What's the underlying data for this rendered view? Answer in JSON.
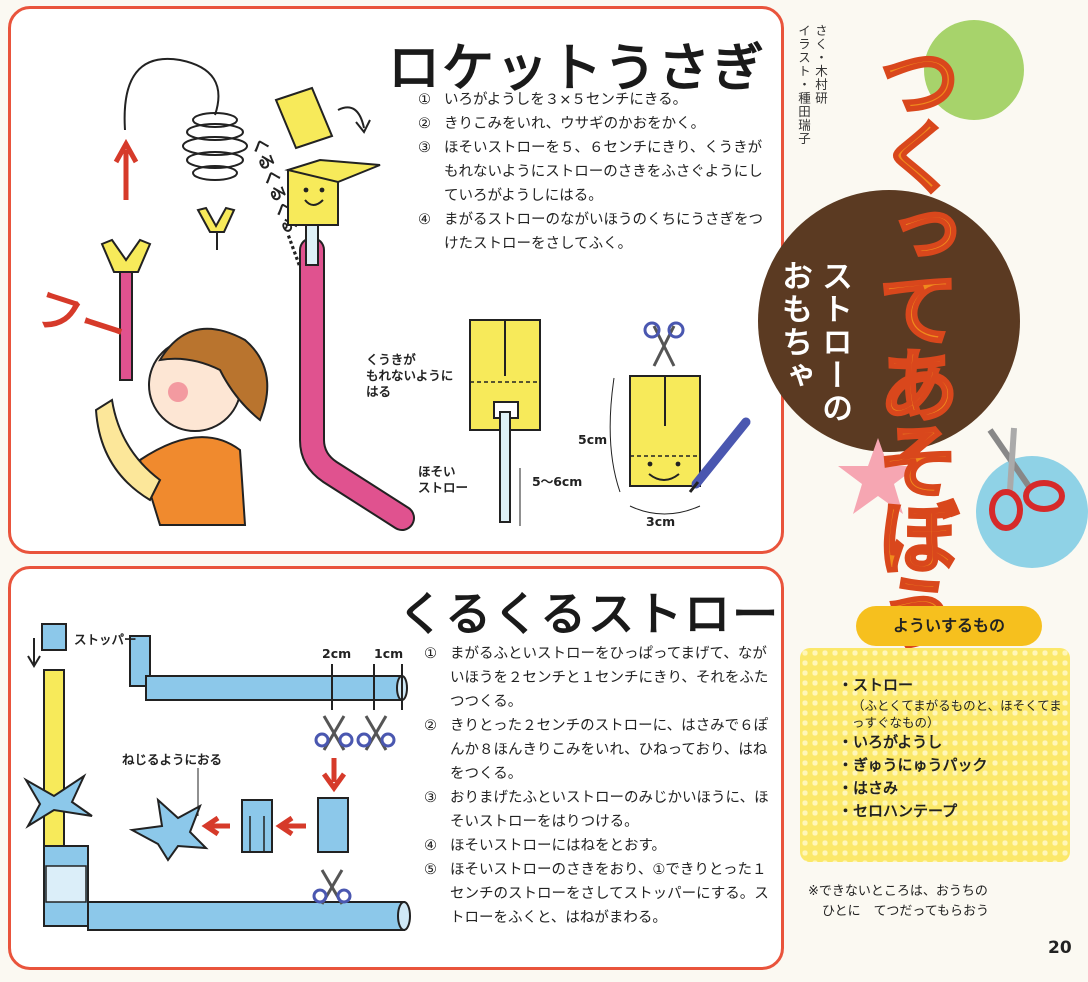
{
  "top": {
    "title": "ロケットうさぎ",
    "steps": [
      {
        "num": "①",
        "text": "いろがようしを３×５センチにきる。"
      },
      {
        "num": "②",
        "text": "きりこみをいれ、ウサギのかおをかく。"
      },
      {
        "num": "③",
        "text": "ほそいストローを５、６センチにきり、くうきがもれないようにストローのさきをふさぐようにしていろがようしにはる。"
      },
      {
        "num": "④",
        "text": "まがるストローのながいほうのくちにうさぎをつけたストローをさしてふく。"
      }
    ],
    "labels": {
      "kurukuru": "くるくるくる……",
      "fu": "フー",
      "kuuki_1": "くうきが",
      "kuuki_2": "もれないように",
      "kuuki_3": "はる",
      "hosoi_1": "ほそい",
      "hosoi_2": "ストロー",
      "len_5_6": "5〜6cm",
      "len_5": "5cm",
      "len_3": "3cm"
    }
  },
  "credits": {
    "author": "さく・木村研",
    "illustrator": "イラスト・種田瑞子"
  },
  "header": {
    "main_title": "つくってあそぼう！",
    "sub_title_1": "ストロー",
    "sub_title_2": "おもちゃ"
  },
  "bottom": {
    "title": "くるくるストロー",
    "steps": [
      {
        "num": "①",
        "text": "まがるふといストローをひっぱってまげて、ながいほうを２センチと１センチにきり、それをふたつつくる。"
      },
      {
        "num": "②",
        "text": "きりとった２センチのストローに、はさみで６ぽんか８ほんきりこみをいれ、ひねっており、はねをつくる。"
      },
      {
        "num": "③",
        "text": "おりまげたふといストローのみじかいほうに、ほそいストローをはりつける。"
      },
      {
        "num": "④",
        "text": "ほそいストローにはねをとおす。"
      },
      {
        "num": "⑤",
        "text": "ほそいストローのさきをおり、①できりとった１センチのストローをさしてストッパーにする。ストローをふくと、はねがまわる。"
      }
    ],
    "labels": {
      "stopper": "ストッパー",
      "len_2": "2cm",
      "len_1": "1cm",
      "nejiru": "ねじるようにおる"
    }
  },
  "materials": {
    "header": "よういするもの",
    "items": [
      {
        "name": "・ストロー",
        "note": "（ふとくてまがるものと、ほそくてまっすぐなもの）"
      },
      {
        "name": "・いろがようし",
        "note": ""
      },
      {
        "name": "・ぎゅうにゅうパック",
        "note": ""
      },
      {
        "name": "・はさみ",
        "note": ""
      },
      {
        "name": "・セロハンテープ",
        "note": ""
      }
    ]
  },
  "footnote": {
    "line1": "※できないところは、おうちの",
    "line2": "ひとに　てつだってもらおう"
  },
  "page_number": "20",
  "colors": {
    "border": "#e9543c",
    "title_orange": "#f08a1c",
    "circle_brown": "#5b3a22",
    "straw_pink": "#e0528f",
    "straw_blue": "#8cc8ea",
    "paper_yellow": "#f7ea5a",
    "materials_yellow": "#fbe86a"
  }
}
